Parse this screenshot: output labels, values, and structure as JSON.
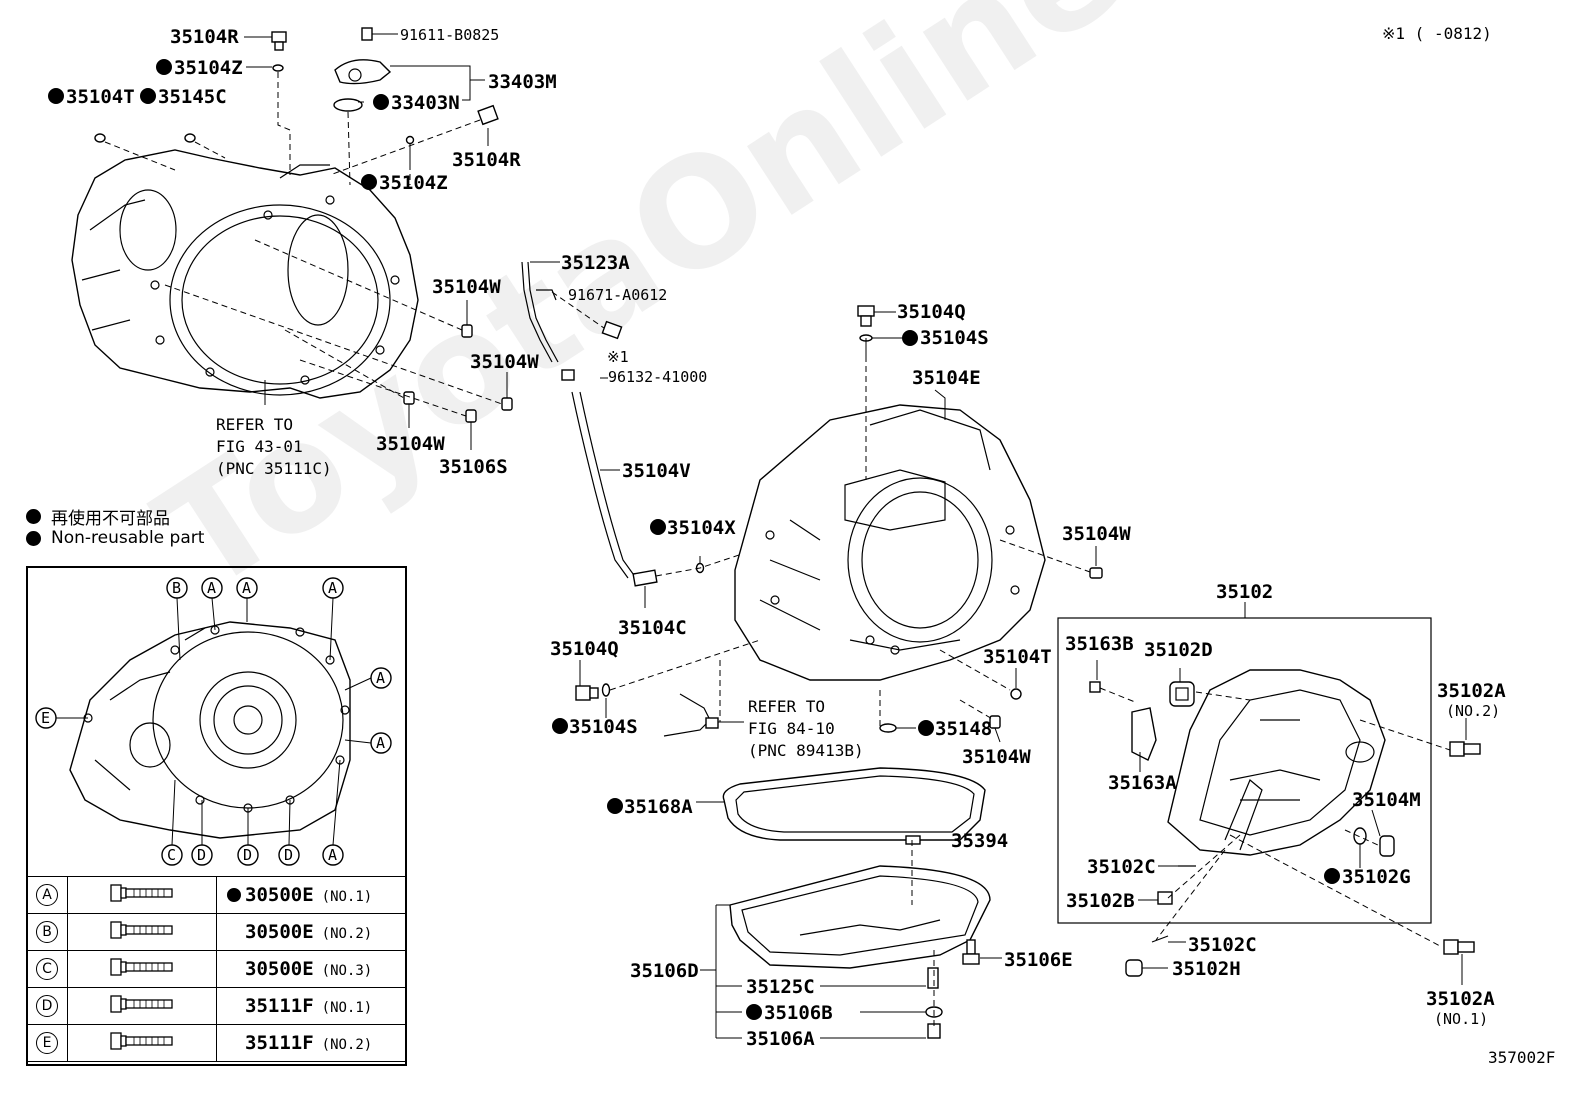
{
  "header": {
    "note": "※1 (      -0812)"
  },
  "figure_id": "357002F",
  "watermark": "ToyotaOnline.ru",
  "legend": {
    "jp": "再使用不可部品",
    "en": "Non-reusable part"
  },
  "refs": {
    "ref1_line1": "REFER TO",
    "ref1_line2": "FIG 43-01",
    "ref1_line3": "(PNC 35111C)",
    "ref2_line1": "REFER TO",
    "ref2_line2": "FIG 84-10",
    "ref2_line3": "(PNC 89413B)"
  },
  "labels": {
    "p35104R_a": "35104R",
    "p91611": "91611-B0825",
    "p35104Z_a": "35104Z",
    "p33403M": "33403M",
    "p35104T_a": "35104T",
    "p35145C": "35145C",
    "p33403N": "33403N",
    "p35104R_b": "35104R",
    "p35104Z_b": "35104Z",
    "p35104W_a": "35104W",
    "p35104W_b": "35104W",
    "p35104W_c": "35104W",
    "p35106S": "35106S",
    "p35123A": "35123A",
    "p91671": "91671-A0612",
    "mark1": "※1",
    "p96132": "96132-41000",
    "p35104V": "35104V",
    "p35104X": "35104X",
    "p35104C": "35104C",
    "p35104Q_a": "35104Q",
    "p35104S_a": "35104S",
    "p35104E": "35104E",
    "p35104W_d": "35104W",
    "p35104Q_b": "35104Q",
    "p35104S_b": "35104S",
    "p35104T_b": "35104T",
    "p35148": "35148",
    "p35104W_e": "35104W",
    "p35168A": "35168A",
    "p35394": "35394",
    "p35106E": "35106E",
    "p35106D": "35106D",
    "p35125C": "35125C",
    "p35106B": "35106B",
    "p35106A": "35106A",
    "p35102": "35102",
    "p35163B": "35163B",
    "p35102D": "35102D",
    "p35102A_a": "35102A",
    "p35102A_a_sub": "(NO.2)",
    "p35163A": "35163A",
    "p35104M": "35104M",
    "p35102C_a": "35102C",
    "p35102G": "35102G",
    "p35102B": "35102B",
    "p35102C_b": "35102C",
    "p35102H": "35102H",
    "p35102A_b": "35102A",
    "p35102A_b_sub": "(NO.1)"
  },
  "view_letters": [
    "B",
    "A",
    "A",
    "A",
    "A",
    "A",
    "E",
    "C",
    "D",
    "D",
    "D",
    "A"
  ],
  "bolt_table": [
    {
      "letter": "A",
      "nonreusable": true,
      "part": "30500E",
      "sub": "(NO.1)"
    },
    {
      "letter": "B",
      "nonreusable": false,
      "part": "30500E",
      "sub": "(NO.2)"
    },
    {
      "letter": "C",
      "nonreusable": false,
      "part": "30500E",
      "sub": "(NO.3)"
    },
    {
      "letter": "D",
      "nonreusable": false,
      "part": "35111F",
      "sub": "(NO.1)"
    },
    {
      "letter": "E",
      "nonreusable": false,
      "part": "35111F",
      "sub": "(NO.2)"
    }
  ]
}
